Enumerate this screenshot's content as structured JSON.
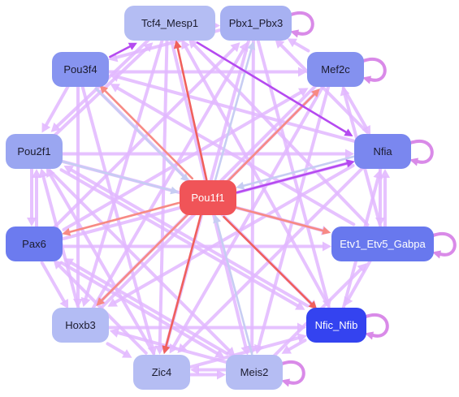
{
  "colors": {
    "edge_pale": "#e2b8ff",
    "edge_pale_blue": "#c7cdf3",
    "edge_salmon": "#f78a84",
    "edge_red": "#f0605c",
    "edge_purple": "#b54af0",
    "self_loop": "#d98ae8"
  },
  "nodes": [
    {
      "id": "tcf4",
      "label": "Tcf4_Mesp1",
      "color": "#b4bdf3"
    },
    {
      "id": "pbx1",
      "label": "Pbx1_Pbx3",
      "color": "#a7b1f2"
    },
    {
      "id": "pou3f4",
      "label": "Pou3f4",
      "color": "#8794f0"
    },
    {
      "id": "mef2c",
      "label": "Mef2c",
      "color": "#8491ef"
    },
    {
      "id": "pou2f1",
      "label": "Pou2f1",
      "color": "#9aa6f1"
    },
    {
      "id": "nfia",
      "label": "Nfia",
      "color": "#7a87ef"
    },
    {
      "id": "pou1f1",
      "label": "Pou1f1",
      "color": "#f05458"
    },
    {
      "id": "pax6",
      "label": "Pax6",
      "color": "#6c7bef"
    },
    {
      "id": "etv1",
      "label": "Etv1_Etv5_Gabpa",
      "color": "#6878ee"
    },
    {
      "id": "hoxb3",
      "label": "Hoxb3",
      "color": "#b3bcf4"
    },
    {
      "id": "nfic",
      "label": "Nfic_Nfib",
      "color": "#3443f0"
    },
    {
      "id": "zic4",
      "label": "Zic4",
      "color": "#b5bdf3"
    },
    {
      "id": "meis2",
      "label": "Meis2",
      "color": "#b5bdf3"
    }
  ],
  "edges": [
    {
      "from": "pou1f1",
      "to": "tcf4",
      "tone": "edge_red"
    },
    {
      "from": "pou1f1",
      "to": "zic4",
      "tone": "edge_red"
    },
    {
      "from": "pou1f1",
      "to": "nfic",
      "tone": "edge_red"
    },
    {
      "from": "pou1f1",
      "to": "mef2c",
      "tone": "edge_salmon"
    },
    {
      "from": "pou1f1",
      "to": "pax6",
      "tone": "edge_salmon"
    },
    {
      "from": "pou1f1",
      "to": "hoxb3",
      "tone": "edge_salmon"
    },
    {
      "from": "pou1f1",
      "to": "pou3f4",
      "tone": "edge_salmon"
    },
    {
      "from": "pou1f1",
      "to": "pbx1",
      "tone": "edge_pale_blue"
    },
    {
      "from": "pou1f1",
      "to": "etv1",
      "tone": "edge_salmon"
    },
    {
      "from": "nfia",
      "to": "pou1f1",
      "tone": "edge_pale_blue"
    },
    {
      "from": "pou2f1",
      "to": "pou1f1",
      "tone": "edge_pale_blue"
    },
    {
      "from": "meis2",
      "to": "pou1f1",
      "tone": "edge_pale_blue"
    },
    {
      "from": "pou3f4",
      "to": "pou1f1",
      "tone": "edge_pale_blue"
    },
    {
      "from": "tcf4",
      "to": "nfia",
      "tone": "edge_purple"
    },
    {
      "from": "pou3f4",
      "to": "tcf4",
      "tone": "edge_purple"
    },
    {
      "from": "pou1f1",
      "to": "nfia",
      "tone": "edge_purple"
    },
    {
      "from": "pou2f1",
      "to": "pax6",
      "tone": "edge_pale"
    },
    {
      "from": "pax6",
      "to": "pou2f1",
      "tone": "edge_pale"
    },
    {
      "from": "nfia",
      "to": "etv1",
      "tone": "edge_pale"
    },
    {
      "from": "etv1",
      "to": "nfia",
      "tone": "edge_pale"
    },
    {
      "from": "zic4",
      "to": "meis2",
      "tone": "edge_pale"
    },
    {
      "from": "meis2",
      "to": "zic4",
      "tone": "edge_pale"
    },
    {
      "from": "tcf4",
      "to": "pbx1",
      "tone": "edge_pale"
    },
    {
      "from": "pou3f4",
      "to": "pou2f1",
      "tone": "edge_pale"
    },
    {
      "from": "mef2c",
      "to": "nfia",
      "tone": "edge_pale"
    },
    {
      "from": "hoxb3",
      "to": "zic4",
      "tone": "edge_pale"
    },
    {
      "from": "nfic",
      "to": "meis2",
      "tone": "edge_pale"
    },
    {
      "from": "etv1",
      "to": "nfic",
      "tone": "edge_pale"
    },
    {
      "from": "pax6",
      "to": "hoxb3",
      "tone": "edge_pale"
    },
    {
      "from": "pou2f1",
      "to": "nfia",
      "tone": "edge_pale"
    },
    {
      "from": "pax6",
      "to": "etv1",
      "tone": "edge_pale"
    },
    {
      "from": "hoxb3",
      "to": "nfic",
      "tone": "edge_pale"
    },
    {
      "from": "pou3f4",
      "to": "mef2c",
      "tone": "edge_pale"
    },
    {
      "from": "tcf4",
      "to": "zic4",
      "tone": "edge_pale"
    },
    {
      "from": "pbx1",
      "to": "meis2",
      "tone": "edge_pale"
    },
    {
      "from": "pou3f4",
      "to": "nfic",
      "tone": "edge_pale"
    },
    {
      "from": "mef2c",
      "to": "hoxb3",
      "tone": "edge_pale"
    },
    {
      "from": "pou2f1",
      "to": "meis2",
      "tone": "edge_pale"
    },
    {
      "from": "nfia",
      "to": "zic4",
      "tone": "edge_pale"
    },
    {
      "from": "pax6",
      "to": "mef2c",
      "tone": "edge_pale"
    },
    {
      "from": "etv1",
      "to": "pou3f4",
      "tone": "edge_pale"
    },
    {
      "from": "hoxb3",
      "to": "pbx1",
      "tone": "edge_pale"
    },
    {
      "from": "nfic",
      "to": "tcf4",
      "tone": "edge_pale"
    },
    {
      "from": "zic4",
      "to": "pou2f1",
      "tone": "edge_pale"
    },
    {
      "from": "meis2",
      "to": "pax6",
      "tone": "edge_pale"
    },
    {
      "from": "tcf4",
      "to": "pou2f1",
      "tone": "edge_pale"
    },
    {
      "from": "pbx1",
      "to": "pou3f4",
      "tone": "edge_pale"
    },
    {
      "from": "mef2c",
      "to": "pbx1",
      "tone": "edge_pale"
    },
    {
      "from": "nfia",
      "to": "pbx1",
      "tone": "edge_pale"
    },
    {
      "from": "etv1",
      "to": "mef2c",
      "tone": "edge_pale"
    },
    {
      "from": "nfic",
      "to": "nfia",
      "tone": "edge_pale"
    },
    {
      "from": "meis2",
      "to": "etv1",
      "tone": "edge_pale"
    },
    {
      "from": "zic4",
      "to": "pax6",
      "tone": "edge_pale"
    },
    {
      "from": "hoxb3",
      "to": "pou2f1",
      "tone": "edge_pale"
    },
    {
      "from": "pou2f1",
      "to": "tcf4",
      "tone": "edge_pale"
    },
    {
      "from": "pou3f4",
      "to": "zic4",
      "tone": "edge_pale"
    },
    {
      "from": "pbx1",
      "to": "zic4",
      "tone": "edge_pale"
    },
    {
      "from": "mef2c",
      "to": "meis2",
      "tone": "edge_pale"
    },
    {
      "from": "tcf4",
      "to": "meis2",
      "tone": "edge_pale"
    },
    {
      "from": "pou2f1",
      "to": "etv1",
      "tone": "edge_pale"
    },
    {
      "from": "pax6",
      "to": "nfia",
      "tone": "edge_pale"
    },
    {
      "from": "hoxb3",
      "to": "mef2c",
      "tone": "edge_pale"
    },
    {
      "from": "nfic",
      "to": "pou2f1",
      "tone": "edge_pale"
    },
    {
      "from": "zic4",
      "to": "nfic",
      "tone": "edge_pale"
    },
    {
      "from": "meis2",
      "to": "hoxb3",
      "tone": "edge_pale"
    },
    {
      "from": "pax6",
      "to": "pbx1",
      "tone": "edge_pale"
    },
    {
      "from": "etv1",
      "to": "tcf4",
      "tone": "edge_pale"
    },
    {
      "from": "nfia",
      "to": "pou3f4",
      "tone": "edge_pale"
    },
    {
      "from": "pou3f4",
      "to": "hoxb3",
      "tone": "edge_pale"
    },
    {
      "from": "mef2c",
      "to": "zic4",
      "tone": "edge_pale"
    },
    {
      "from": "pbx1",
      "to": "nfic",
      "tone": "edge_pale"
    },
    {
      "from": "tcf4",
      "to": "hoxb3",
      "tone": "edge_pale"
    },
    {
      "from": "pou2f1",
      "to": "nfic",
      "tone": "edge_pale"
    },
    {
      "from": "pax6",
      "to": "meis2",
      "tone": "edge_pale"
    },
    {
      "from": "nfia",
      "to": "hoxb3",
      "tone": "edge_pale"
    }
  ],
  "self_loops": [
    "pbx1",
    "mef2c",
    "nfia",
    "etv1",
    "nfic",
    "meis2"
  ]
}
